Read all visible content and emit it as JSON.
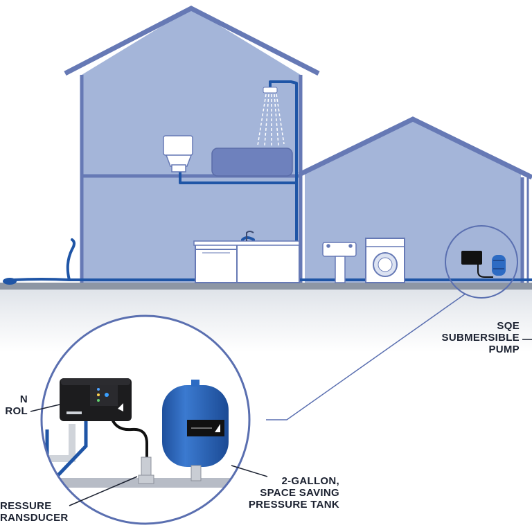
{
  "labels": {
    "pump": [
      "SQE",
      "SUBMERSIBLE",
      "PUMP"
    ],
    "control": [
      "N",
      "ROL"
    ],
    "transducer": [
      "RESSURE",
      "RANSDUCER"
    ],
    "tank": [
      "2-GALLON,",
      "SPACE SAVING",
      "PRESSURE TANK"
    ]
  },
  "colors": {
    "house_fill": "#a4b5d9",
    "house_outline": "#6679b5",
    "pipe": "#1f55a6",
    "ground": "#8d96a4",
    "underground_top": "#e4e7ec",
    "tank_blue": "#2d6bc3",
    "controller_black": "#1c1c1e"
  },
  "icons": [
    "shower-icon",
    "toilet-icon",
    "bathtub-icon",
    "dishwasher-icon",
    "kitchen-sink-icon",
    "washbasin-icon",
    "washing-machine-icon",
    "lawn-sprinkler-icon",
    "controller-icon",
    "pressure-tank-icon",
    "pressure-transducer-icon"
  ]
}
